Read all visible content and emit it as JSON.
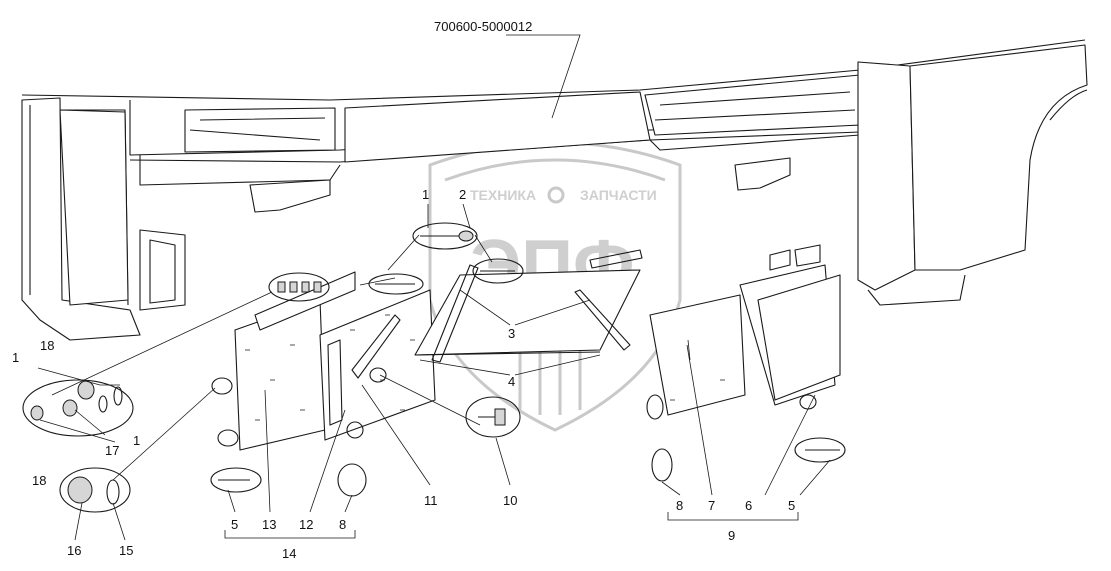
{
  "assembly_code": "700600-5000012",
  "watermark": {
    "line1": "ТЕХНИКА",
    "line2": "ЗАПЧАСТИ",
    "monogram": "ЭПФ"
  },
  "callouts": {
    "n1a": "1",
    "n2": "2",
    "n3": "3",
    "n4": "4",
    "n1b": "1",
    "n18a": "18",
    "n17": "17",
    "n1c": "1",
    "n18b": "18",
    "n16": "16",
    "n15": "15",
    "n5a": "5",
    "n13": "13",
    "n12": "12",
    "n8a": "8",
    "n14": "14",
    "n11": "11",
    "n10": "10",
    "n8b": "8",
    "n7": "7",
    "n6": "6",
    "n5b": "5",
    "n9": "9"
  }
}
